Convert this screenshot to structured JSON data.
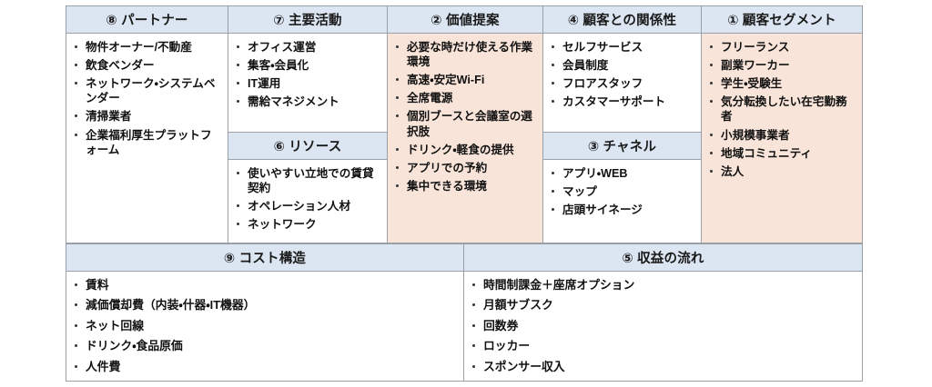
{
  "colors": {
    "header_band": "#dce6f2",
    "highlight_tint": "#f8e4d9",
    "border": "#9aa0a6",
    "text": "#111111"
  },
  "blocks": {
    "partners": {
      "title": "⑧ パートナー",
      "items": [
        "物件オーナー/不動産",
        "飲食ベンダー",
        "ネットワーク・システムベンダー",
        "清掃業者",
        "企業福利厚生プラットフォーム"
      ]
    },
    "key_activities": {
      "title": "⑦ 主要活動",
      "items": [
        "オフィス運営",
        "集客・会員化",
        "IT運用",
        "需給マネジメント"
      ]
    },
    "key_resources": {
      "title": "⑥ リソース",
      "items": [
        "使いやすい立地での賃貸契約",
        "オペレーション人材",
        "ネットワーク"
      ]
    },
    "value_proposition": {
      "title": "② 価値提案",
      "items": [
        "必要な時だけ使える作業環境",
        "高速・安定Wi-Fi",
        "全席電源",
        "個別ブースと会議室の選択肢",
        "ドリンク・軽食の提供",
        "アプリでの予約",
        "集中できる環境"
      ]
    },
    "customer_relationships": {
      "title": "④ 顧客との関係性",
      "items": [
        "セルフサービス",
        "会員制度",
        "フロアスタッフ",
        "カスタマーサポート"
      ]
    },
    "channels": {
      "title": "③ チャネル",
      "items": [
        "アプリ・WEB",
        "マップ",
        "店頭サイネージ"
      ]
    },
    "customer_segments": {
      "title": "① 顧客セグメント",
      "items": [
        "フリーランス",
        "副業ワーカー",
        "学生・受験生",
        "気分転換したい在宅勤務者",
        "小規模事業者",
        "地域コミュニティ",
        "法人"
      ]
    },
    "cost_structure": {
      "title": "⑨ コスト構造",
      "items": [
        "賃料",
        "減価償却費（内装・什器・IT機器）",
        "ネット回線",
        "ドリンク・食品原価",
        "人件費"
      ]
    },
    "revenue_streams": {
      "title": "⑤ 収益の流れ",
      "items": [
        "時間制課金＋座席オプション",
        "月額サブスク",
        "回数券",
        "ロッカー",
        "スポンサー収入"
      ]
    }
  }
}
